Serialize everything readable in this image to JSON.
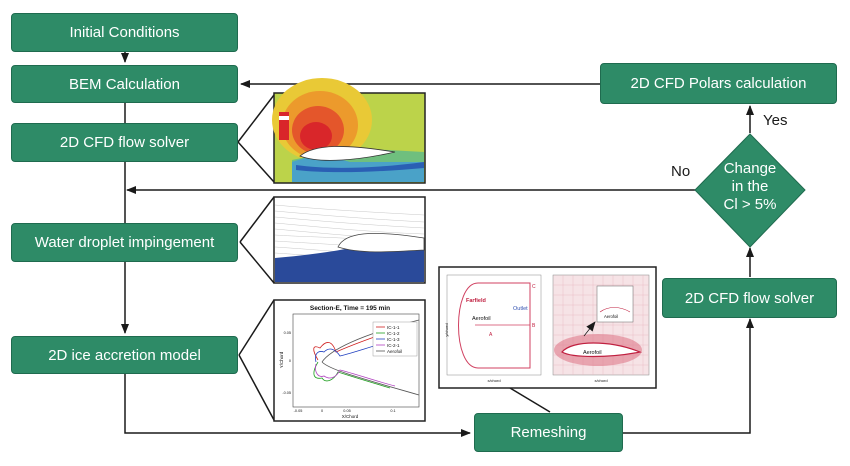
{
  "boxes": {
    "initial": "Initial Conditions",
    "bem": "BEM Calculation",
    "cfd_solver_left": "2D CFD flow solver",
    "water": "Water droplet impingement",
    "ice": "2D ice accretion model",
    "remeshing": "Remeshing",
    "cfd_solver_right": "2D CFD flow solver",
    "polars": "2D CFD Polars calculation"
  },
  "decision": {
    "line1": "Change",
    "line2": "in the",
    "line3": "Cl > 5%"
  },
  "labels": {
    "yes": "Yes",
    "no": "No"
  },
  "ice_plot": {
    "title": "Section-E, Time = 195 min",
    "xlabel": "X/Chord",
    "ylabel": "Y/Chord",
    "legend": [
      "IC-1-1",
      "IC-1-2",
      "IC-1-3",
      "IC-2-1",
      "Aerofoil"
    ],
    "xticks": [
      "-0.05",
      "0",
      "0.05",
      "0.1"
    ],
    "yticks": [
      "0.05",
      "0",
      "-0.05"
    ]
  },
  "mesh": {
    "farfield": "Farfield",
    "outlet": "Outlet",
    "aerofoil": "Aerofoil",
    "ylabel": "y/chord",
    "xlabel": "x/chord",
    "pt_a": "A",
    "pt_b": "B",
    "pt_c": "C",
    "zoom_label": "Aerofoil",
    "zoom_inner_label": "Aerofoil",
    "zoom_xlabel": "x/chord"
  },
  "colors": {
    "box": "#2e8b67",
    "box_border": "#1f6b4f",
    "arrow": "#1a1a1a"
  }
}
